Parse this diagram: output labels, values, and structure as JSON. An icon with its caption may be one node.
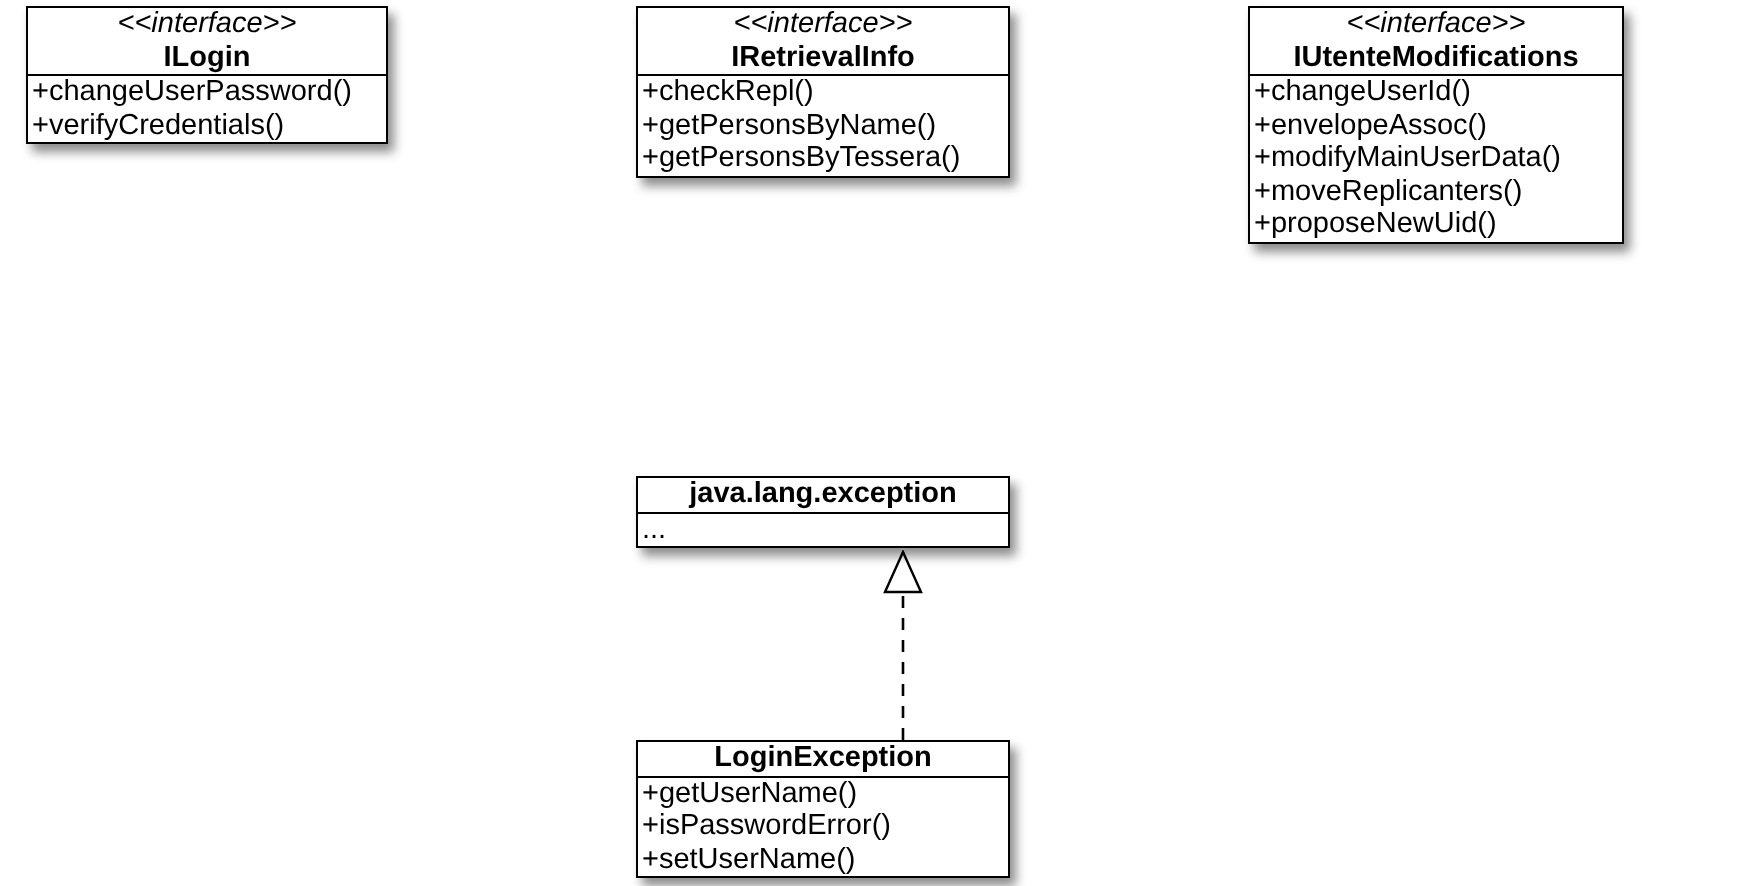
{
  "diagram": {
    "nodes": [
      {
        "text": [
          "<<interface>>",
          "ILogin",
          "+changeUserPassword()",
          "+verifyCredentials()"
        ]
      },
      {
        "text": [
          "<<interface>>",
          "IRetrievalInfo",
          "+checkRepl()",
          "+getPersonsByName()",
          "+getPersonsByTessera()"
        ]
      },
      {
        "text": [
          "<<interface>>",
          "IUtenteModifications",
          "+changeUserId()",
          "+envelopeAssoc()",
          "+modifyMainUserData()",
          "+moveReplicanters()",
          "+proposeNewUid()"
        ]
      },
      {
        "text": [
          "java.lang.exception",
          "..."
        ]
      },
      {
        "text": [
          "LoginException",
          "+getUserName()",
          "+isPasswordError()",
          "+setUserName()"
        ]
      }
    ],
    "edges": [
      {
        "from": 4,
        "to": 3,
        "arrow": "to",
        "style": "dashed"
      }
    ]
  }
}
